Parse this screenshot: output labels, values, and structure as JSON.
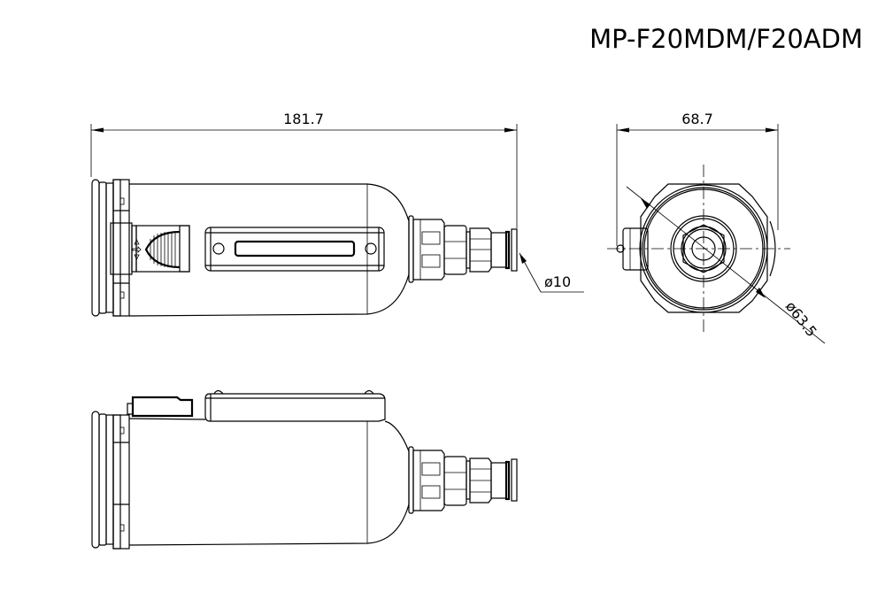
{
  "title": "MP-F20MDM/F20ADM",
  "dimensions": {
    "overall_length": "181.7",
    "overall_width": "68.7",
    "port_diameter": "ø10",
    "body_diameter": "ø63.5"
  },
  "views": [
    {
      "name": "front-view",
      "description": "Filter body top view with gauge window and push-in fitting"
    },
    {
      "name": "end-view",
      "description": "Circular end view with concentric port"
    },
    {
      "name": "side-view",
      "description": "Filter body side view with bracket and fitting"
    }
  ],
  "colors": {
    "line": "#000000",
    "background": "#ffffff"
  }
}
